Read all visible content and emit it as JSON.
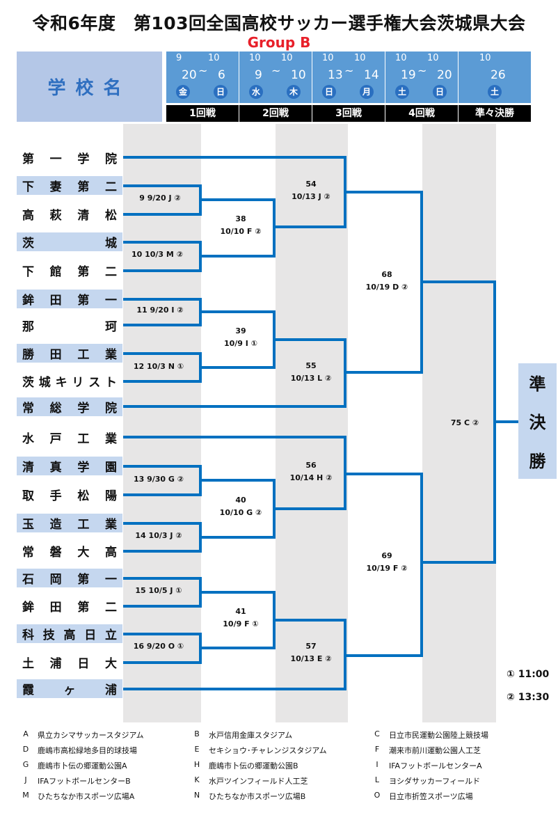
{
  "title": "令和6年度　第103回全国高校サッカー選手権大会茨城県大会",
  "group": "Group B",
  "school_header": "学校名",
  "rounds": [
    {
      "name": "1回戦",
      "m1": "9",
      "d1": "20",
      "m2": "10",
      "d2": "6",
      "w1": "金",
      "w2": "日"
    },
    {
      "name": "2回戦",
      "m1": "10",
      "d1": "9",
      "m2": "10",
      "d2": "10",
      "w1": "水",
      "w2": "木"
    },
    {
      "name": "3回戦",
      "m1": "10",
      "d1": "13",
      "m2": "10",
      "d2": "14",
      "w1": "日",
      "w2": "月"
    },
    {
      "name": "4回戦",
      "m1": "10",
      "d1": "19",
      "m2": "10",
      "d2": "20",
      "w1": "土",
      "w2": "日"
    },
    {
      "name": "準々決勝",
      "m1": "10",
      "d1": "26",
      "w1": "土"
    }
  ],
  "schools": [
    "第一学院",
    "下妻第二",
    "高萩清松",
    "茨城",
    "下館第二",
    "鉾田第一",
    "那珂",
    "勝田工業",
    "茨城キリスト",
    "常総学院",
    "水戸工業",
    "清真学園",
    "取手松陽",
    "玉造工業",
    "常磐大高",
    "石岡第一",
    "鉾田第二",
    "科技高日立",
    "土浦日大",
    "霞ヶ浦"
  ],
  "matches": {
    "m9": "9  9/20  J  ②",
    "m10": "10  10/3  M  ②",
    "m11": "11  9/20  I  ②",
    "m12": "12  10/3  N  ①",
    "m13": "13  9/30  G  ②",
    "m14": "14  10/3  J  ②",
    "m15": "15  10/5  J  ①",
    "m16": "16  9/20  O  ①",
    "m38a": "38",
    "m38b": "10/10  F  ②",
    "m39a": "39",
    "m39b": "10/9  I  ①",
    "m40a": "40",
    "m40b": "10/10  G  ②",
    "m41a": "41",
    "m41b": "10/9  F  ①",
    "m54a": "54",
    "m54b": "10/13  J  ②",
    "m55a": "55",
    "m55b": "10/13  L  ②",
    "m56a": "56",
    "m56b": "10/14  H  ②",
    "m57a": "57",
    "m57b": "10/13  E  ②",
    "m68a": "68",
    "m68b": "10/19  D  ②",
    "m69a": "69",
    "m69b": "10/19  F  ②",
    "m75": "75  C  ②"
  },
  "final_label": [
    "準",
    "決",
    "勝"
  ],
  "times": [
    "① 11:00",
    "② 13:30"
  ],
  "venues": [
    {
      "code": "A",
      "name": "県立カシマサッカースタジアム"
    },
    {
      "code": "B",
      "name": "水戸信用金庫スタジアム"
    },
    {
      "code": "C",
      "name": "日立市民運動公園陸上競技場"
    },
    {
      "code": "D",
      "name": "鹿嶋市高松緑地多目的球技場"
    },
    {
      "code": "E",
      "name": "セキショウ･チャレンジスタジアム"
    },
    {
      "code": "F",
      "name": "潮来市前川運動公園人工芝"
    },
    {
      "code": "G",
      "name": "鹿嶋市卜伝の郷運動公園A"
    },
    {
      "code": "H",
      "name": "鹿嶋市卜伝の郷運動公園B"
    },
    {
      "code": "I",
      "name": "IFAフットボールセンターA"
    },
    {
      "code": "J",
      "name": "IFAフットボールセンターB"
    },
    {
      "code": "K",
      "name": "水戸ツインフィールド人工芝"
    },
    {
      "code": "L",
      "name": "ヨシダサッカーフィールド"
    },
    {
      "code": "M",
      "name": "ひたちなか市スポーツ広場A"
    },
    {
      "code": "N",
      "name": "ひたちなか市スポーツ広場B"
    },
    {
      "code": "O",
      "name": "日立市折笠スポーツ広場"
    }
  ],
  "colors": {
    "line": "#0070c0",
    "header": "#5b9bd5",
    "school_bg": "#c5d7ef",
    "group": "#e8202a"
  }
}
